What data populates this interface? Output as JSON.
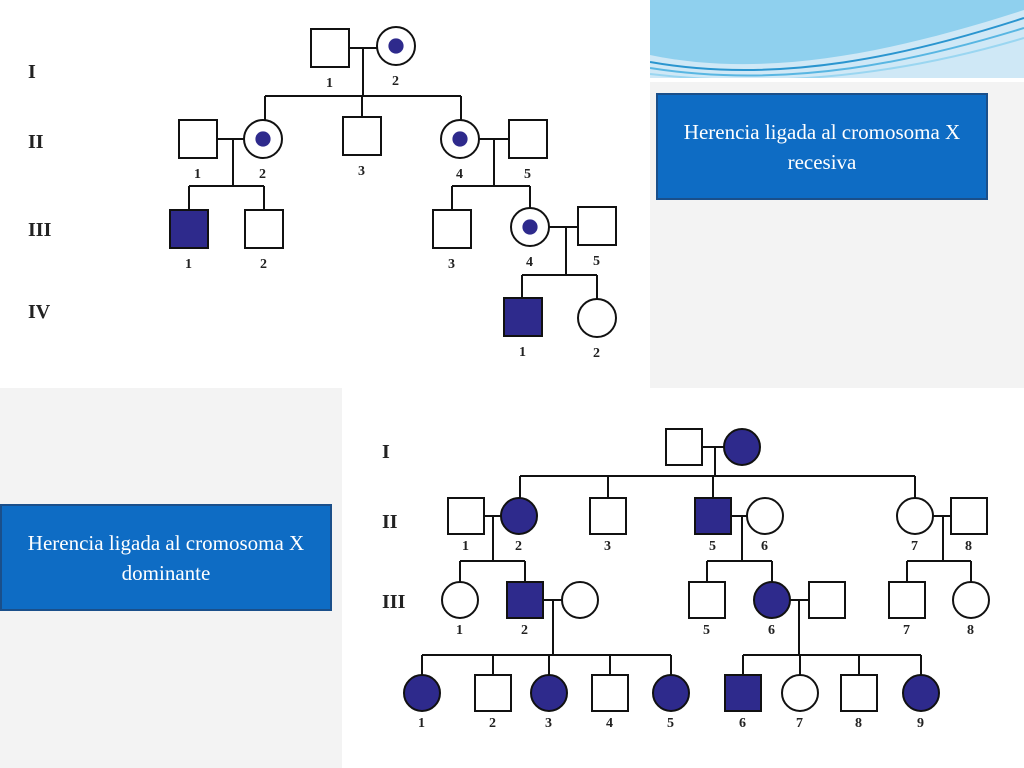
{
  "titles": {
    "recessive": "Herencia ligada al cromosoma X  recesiva",
    "dominant": "Herencia ligada al cromosoma X  dominante"
  },
  "recessive_pedigree": {
    "generations": [
      "I",
      "II",
      "III",
      "IV"
    ],
    "individuals": [
      {
        "id": "I-1",
        "label": "1",
        "sex": "male",
        "status": "unaffected"
      },
      {
        "id": "I-2",
        "label": "2",
        "sex": "female",
        "status": "carrier"
      },
      {
        "id": "II-1",
        "label": "1",
        "sex": "male",
        "status": "unaffected"
      },
      {
        "id": "II-2",
        "label": "2",
        "sex": "female",
        "status": "carrier"
      },
      {
        "id": "II-3",
        "label": "3",
        "sex": "male",
        "status": "unaffected"
      },
      {
        "id": "II-4",
        "label": "4",
        "sex": "female",
        "status": "carrier"
      },
      {
        "id": "II-5",
        "label": "5",
        "sex": "male",
        "status": "unaffected"
      },
      {
        "id": "III-1",
        "label": "1",
        "sex": "male",
        "status": "affected"
      },
      {
        "id": "III-2",
        "label": "2",
        "sex": "male",
        "status": "unaffected"
      },
      {
        "id": "III-3",
        "label": "3",
        "sex": "male",
        "status": "unaffected"
      },
      {
        "id": "III-4",
        "label": "4",
        "sex": "female",
        "status": "carrier"
      },
      {
        "id": "III-5",
        "label": "5",
        "sex": "male",
        "status": "unaffected"
      },
      {
        "id": "IV-1",
        "label": "1",
        "sex": "male",
        "status": "affected"
      },
      {
        "id": "IV-2",
        "label": "2",
        "sex": "female",
        "status": "unaffected"
      }
    ]
  },
  "dominant_pedigree": {
    "generations": [
      "I",
      "II",
      "III"
    ],
    "individuals": [
      {
        "id": "I-1",
        "label": "",
        "sex": "male",
        "status": "unaffected"
      },
      {
        "id": "I-2",
        "label": "",
        "sex": "female",
        "status": "affected"
      },
      {
        "id": "II-1",
        "label": "1",
        "sex": "male",
        "status": "unaffected"
      },
      {
        "id": "II-2",
        "label": "2",
        "sex": "female",
        "status": "affected"
      },
      {
        "id": "II-3",
        "label": "3",
        "sex": "male",
        "status": "unaffected"
      },
      {
        "id": "II-5",
        "label": "5",
        "sex": "male",
        "status": "affected"
      },
      {
        "id": "II-6",
        "label": "6",
        "sex": "female",
        "status": "unaffected"
      },
      {
        "id": "II-7",
        "label": "7",
        "sex": "female",
        "status": "unaffected"
      },
      {
        "id": "II-8",
        "label": "8",
        "sex": "male",
        "status": "unaffected"
      },
      {
        "id": "III-1",
        "label": "1",
        "sex": "female",
        "status": "unaffected"
      },
      {
        "id": "III-2",
        "label": "2",
        "sex": "male",
        "status": "affected"
      },
      {
        "id": "III-2-spouse",
        "label": "",
        "sex": "female",
        "status": "unaffected"
      },
      {
        "id": "III-5",
        "label": "5",
        "sex": "male",
        "status": "unaffected"
      },
      {
        "id": "III-6",
        "label": "6",
        "sex": "female",
        "status": "affected"
      },
      {
        "id": "III-6-spouse",
        "label": "",
        "sex": "male",
        "status": "unaffected"
      },
      {
        "id": "III-7",
        "label": "7",
        "sex": "male",
        "status": "unaffected"
      },
      {
        "id": "III-8",
        "label": "8",
        "sex": "female",
        "status": "unaffected"
      },
      {
        "id": "IV-1",
        "label": "1",
        "sex": "female",
        "status": "affected"
      },
      {
        "id": "IV-2",
        "label": "2",
        "sex": "male",
        "status": "unaffected"
      },
      {
        "id": "IV-3",
        "label": "3",
        "sex": "female",
        "status": "affected"
      },
      {
        "id": "IV-4",
        "label": "4",
        "sex": "male",
        "status": "unaffected"
      },
      {
        "id": "IV-5",
        "label": "5",
        "sex": "female",
        "status": "affected"
      },
      {
        "id": "IV-6",
        "label": "6",
        "sex": "male",
        "status": "affected"
      },
      {
        "id": "IV-7",
        "label": "7",
        "sex": "female",
        "status": "unaffected"
      },
      {
        "id": "IV-8",
        "label": "8",
        "sex": "male",
        "status": "unaffected"
      },
      {
        "id": "IV-9",
        "label": "9",
        "sex": "female",
        "status": "affected"
      }
    ]
  },
  "colors": {
    "affected_fill": "#2e2a8c",
    "title_box_bg": "#0e6cc4",
    "line": "#111111"
  }
}
